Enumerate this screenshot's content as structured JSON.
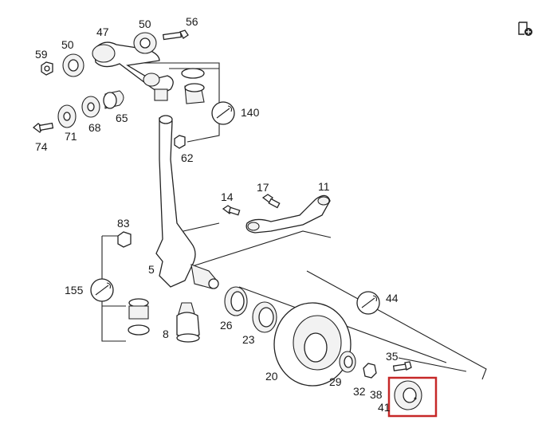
{
  "diagram": {
    "part_labels": [
      "59",
      "50",
      "47",
      "50",
      "56",
      "140",
      "68",
      "65",
      "71",
      "74",
      "62",
      "14",
      "17",
      "11",
      "83",
      "5",
      "155",
      "8",
      "26",
      "23",
      "44",
      "20",
      "29",
      "35",
      "32",
      "38",
      "41"
    ],
    "highlight_color": "#c62828"
  },
  "corner_icon": "add-page-icon"
}
